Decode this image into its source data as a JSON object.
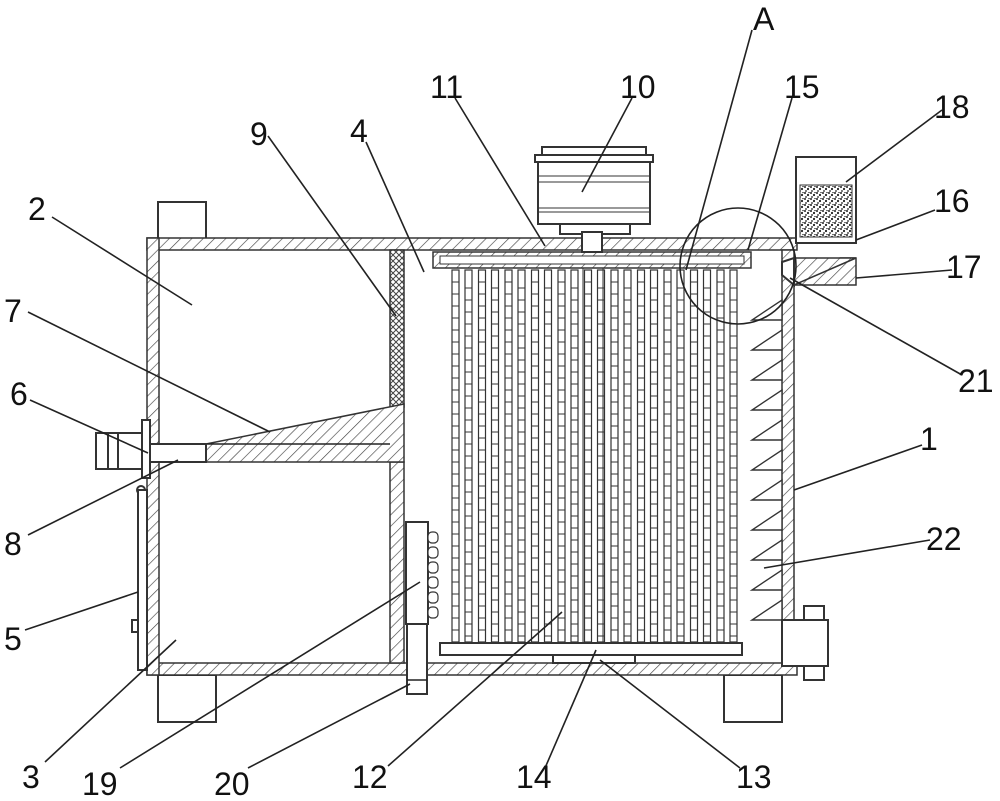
{
  "diagram": {
    "labels": [
      {
        "id": "label-A",
        "text": "A"
      },
      {
        "id": "label-1",
        "text": "1"
      },
      {
        "id": "label-2",
        "text": "2"
      },
      {
        "id": "label-3",
        "text": "3"
      },
      {
        "id": "label-4",
        "text": "4"
      },
      {
        "id": "label-5",
        "text": "5"
      },
      {
        "id": "label-6",
        "text": "6"
      },
      {
        "id": "label-7",
        "text": "7"
      },
      {
        "id": "label-8",
        "text": "8"
      },
      {
        "id": "label-9",
        "text": "9"
      },
      {
        "id": "label-10",
        "text": "10"
      },
      {
        "id": "label-11",
        "text": "11"
      },
      {
        "id": "label-12",
        "text": "12"
      },
      {
        "id": "label-13",
        "text": "13"
      },
      {
        "id": "label-14",
        "text": "14"
      },
      {
        "id": "label-15",
        "text": "15"
      },
      {
        "id": "label-16",
        "text": "16"
      },
      {
        "id": "label-17",
        "text": "17"
      },
      {
        "id": "label-18",
        "text": "18"
      },
      {
        "id": "label-19",
        "text": "19"
      },
      {
        "id": "label-20",
        "text": "20"
      },
      {
        "id": "label-21",
        "text": "21"
      },
      {
        "id": "label-22",
        "text": "22"
      }
    ]
  }
}
